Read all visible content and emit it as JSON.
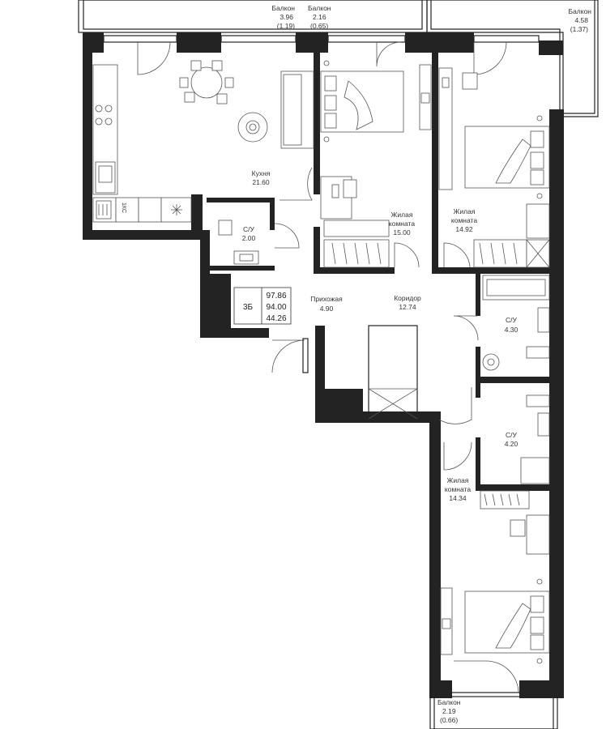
{
  "balconies": [
    {
      "name": "Балкон",
      "area": "3.96",
      "reduced": "(1.19)"
    },
    {
      "name": "Балкон",
      "area": "2.16",
      "reduced": "(0.65)"
    },
    {
      "name": "Балкон",
      "area": "4.58",
      "reduced": "(1.37)"
    },
    {
      "name": "Балкон",
      "area": "2.19",
      "reduced": "(0.66)"
    }
  ],
  "rooms": {
    "kitchen": {
      "name": "Кухня",
      "area": "21.60"
    },
    "bedroom_1": {
      "name_line1": "Жилая",
      "name_line2": "комната",
      "area": "15.00"
    },
    "bedroom_2": {
      "name_line1": "Жилая",
      "name_line2": "комната",
      "area": "14.92"
    },
    "bathroom_small": {
      "name": "С/У",
      "area": "2.00"
    },
    "hall": {
      "name": "Прихожая",
      "area": "4.90"
    },
    "corridor": {
      "name": "Коридор",
      "area": "12.74"
    },
    "bathroom_1": {
      "name": "С/У",
      "area": "4.30"
    },
    "bathroom_2": {
      "name": "С/У",
      "area": "4.20"
    },
    "bedroom_3": {
      "name_line1": "Жилая",
      "name_line2": "комната",
      "area": "14.34"
    }
  },
  "apartment": {
    "type": "3Б",
    "total_area": "97.86",
    "area_2": "94.00",
    "living_area": "44.26"
  },
  "fixtures": {
    "vent_label": "1КС"
  }
}
